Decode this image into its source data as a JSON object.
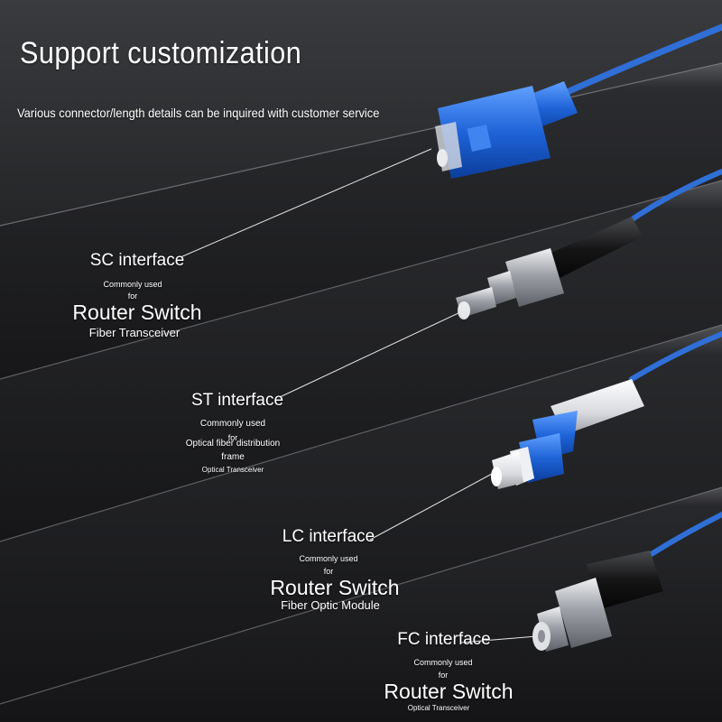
{
  "title": "Support customization",
  "subtitle": "Various connector/length details can be inquired with customer service",
  "colors": {
    "background": "#1a1a1c",
    "cable_blue": "#2f6fd6",
    "connector_blue": "#1f63d8",
    "metal": "#b9bcc2",
    "text": "#ffffff"
  },
  "connectors": [
    {
      "name": "SC interface",
      "commonly": "Commonly used",
      "for": "for",
      "main": "Router Switch",
      "extra": "Fiber Transceiver"
    },
    {
      "name": "ST interface",
      "commonly": "Commonly used",
      "for": "for",
      "main": "Optical fiber distribution",
      "main2": "frame",
      "extra": "Optical Transceiver"
    },
    {
      "name": "LC interface",
      "commonly": "Commonly used",
      "for": "for",
      "main": "Router Switch",
      "extra": "Fiber Optic Module"
    },
    {
      "name": "FC interface",
      "commonly": "Commonly used",
      "for": "for",
      "main": "Router Switch",
      "extra": "Optical Transceiver"
    }
  ]
}
